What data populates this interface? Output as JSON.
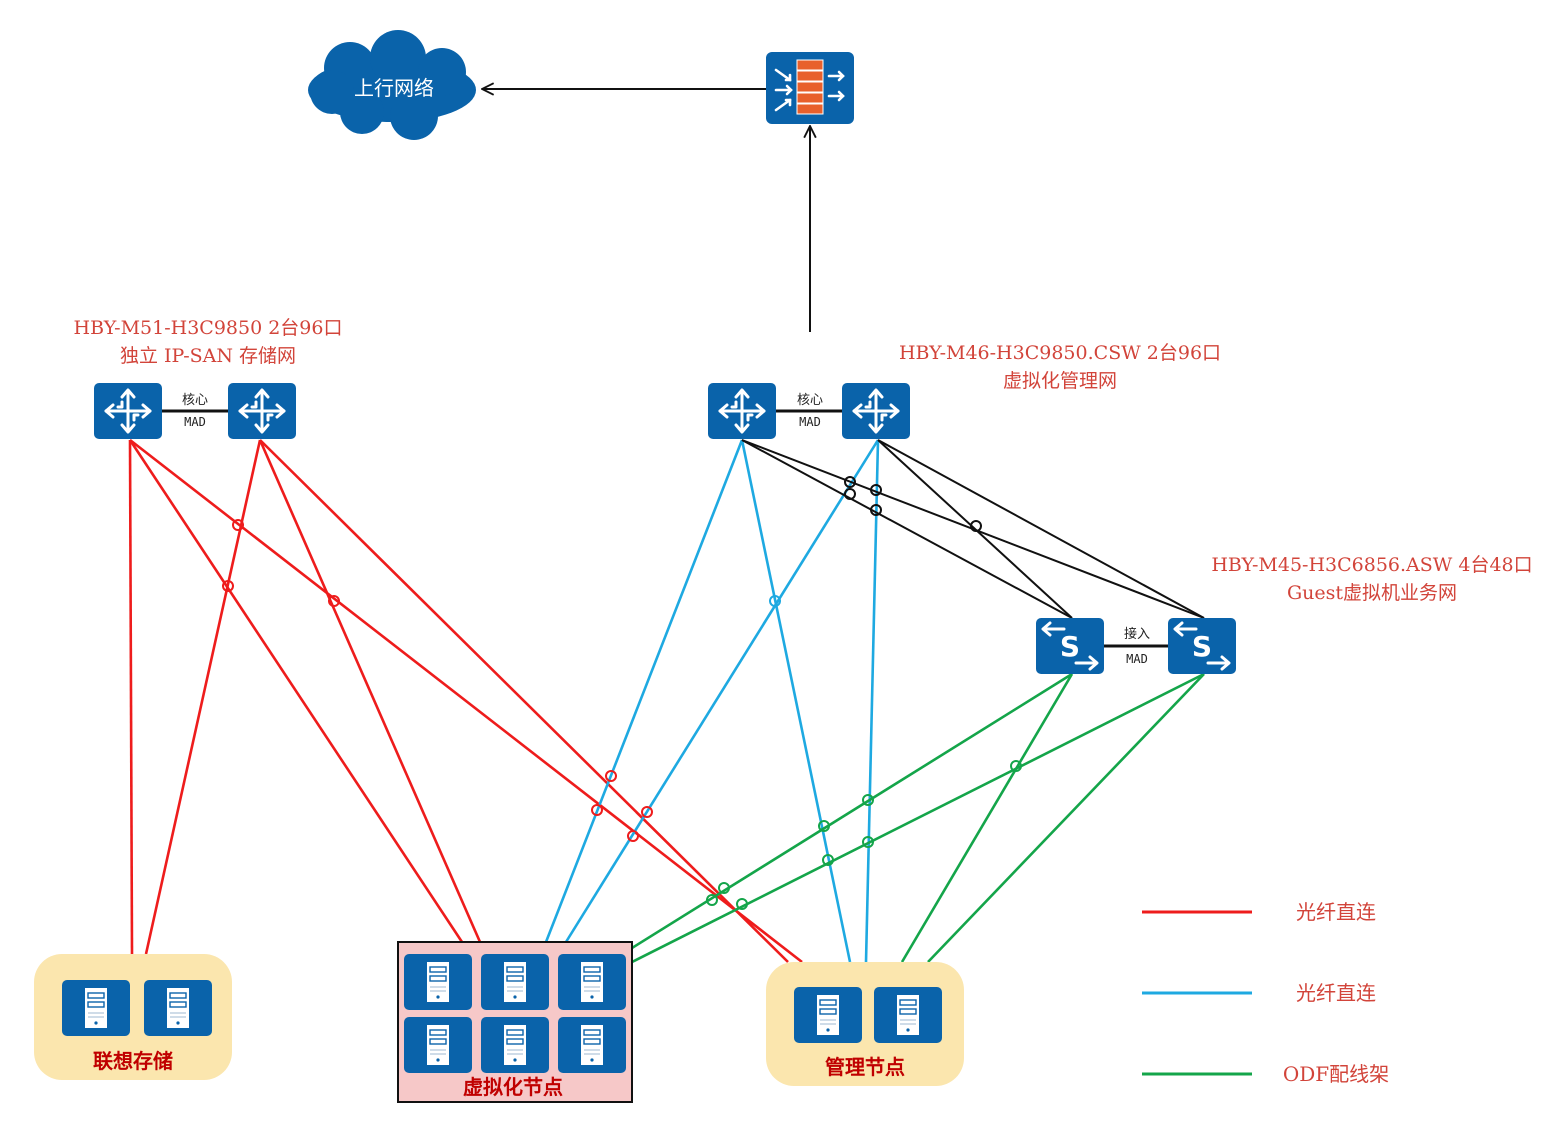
{
  "colors": {
    "device_blue": "#0a63aa",
    "firewall_brick": "#e8602c",
    "red_link": "#ee1c1c",
    "blue_link": "#1ea9e1",
    "green_link": "#14a54a",
    "black_link": "#111111",
    "label_red": "#d2443a",
    "group_yellow": "#fbe6ae",
    "group_pink": "#f6c8c8"
  },
  "uplink": {
    "cloud_label": "上行网络"
  },
  "firewall": {
    "icon": "firewall-icon"
  },
  "storage_core": {
    "title_line1": "HBY-M51-H3C9850  2台96口",
    "title_line2": "独立 IP-SAN 存储网",
    "link_label": "核心",
    "mad_label": "MAD",
    "icon": "router-icon"
  },
  "virt_core": {
    "title_line1": "HBY-M46-H3C9850.CSW  2台96口",
    "title_line2": "虚拟化管理网",
    "link_label": "核心",
    "mad_label": "MAD",
    "icon": "router-icon"
  },
  "guest_access": {
    "title_line1": "HBY-M45-H3C6856.ASW  4台48口",
    "title_line2": "Guest虚拟机业务网",
    "link_label": "接入",
    "mad_label": "MAD",
    "icon": "switch-icon"
  },
  "groups": {
    "storage": {
      "label": "联想存储",
      "server_count": 2
    },
    "virt": {
      "label": "虚拟化节点",
      "server_count": 6
    },
    "mgmt": {
      "label": "管理节点",
      "server_count": 2
    }
  },
  "legend": [
    {
      "label": "光纤直连",
      "color": "#ee1c1c"
    },
    {
      "label": "光纤直连",
      "color": "#1ea9e1"
    },
    {
      "label": "ODF配线架",
      "color": "#14a54a"
    }
  ]
}
